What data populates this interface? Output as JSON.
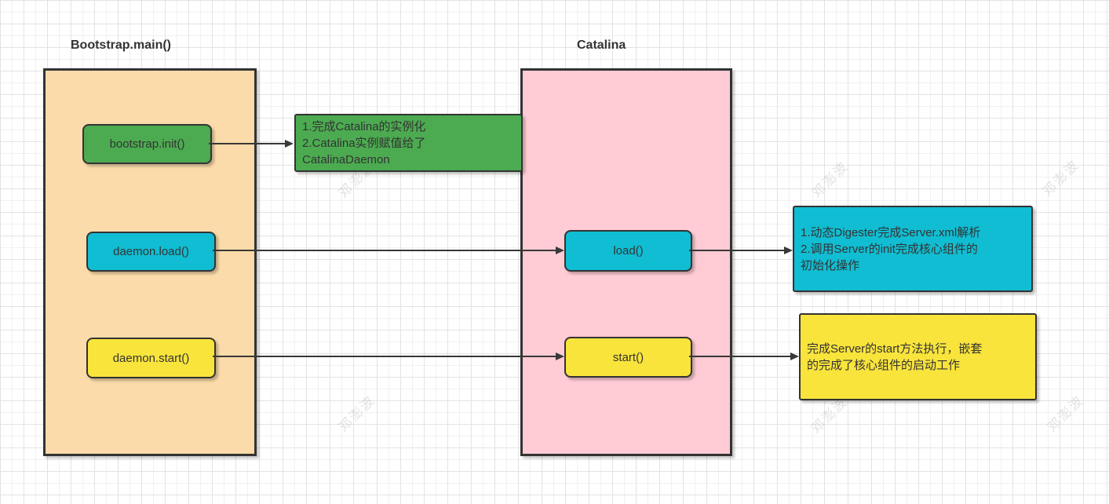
{
  "watermark": {
    "text": "邓澎波"
  },
  "lanes": {
    "bootstrap": {
      "title": "Bootstrap.main()",
      "fill": "#FBDBA9"
    },
    "catalina": {
      "title": "Catalina",
      "fill": "#FFCBD4"
    }
  },
  "nodes": {
    "bootstrap_init": {
      "label": "bootstrap.init()",
      "fill": "#4CAB51"
    },
    "daemon_load": {
      "label": "daemon.load()",
      "fill": "#10BDD2"
    },
    "daemon_start": {
      "label": "daemon.start()",
      "fill": "#F9E43C"
    },
    "catalina_load": {
      "label": "load()",
      "fill": "#10BDD2"
    },
    "catalina_start": {
      "label": "start()",
      "fill": "#F9E43C"
    }
  },
  "notes": {
    "init_note": {
      "fill": "#4CAB51",
      "lines": [
        "1.完成Catalina的实例化",
        "2.Catalina实例赋值给了",
        "CatalinaDaemon"
      ]
    },
    "load_note": {
      "fill": "#10BDD2",
      "lines": [
        "1.动态Digester完成Server.xml解析",
        "2.调用Server的init完成核心组件的",
        "初始化操作"
      ]
    },
    "start_note": {
      "fill": "#F9E43C",
      "lines": [
        "完成Server的start方法执行，嵌套",
        "的完成了核心组件的启动工作"
      ]
    }
  },
  "colors": {
    "border": "#333333",
    "arrow": "#383838",
    "text": "#333333",
    "grid_minor": "#f1f1f1",
    "grid_major": "#e3e3e3",
    "watermark": "#c4c4c4"
  }
}
